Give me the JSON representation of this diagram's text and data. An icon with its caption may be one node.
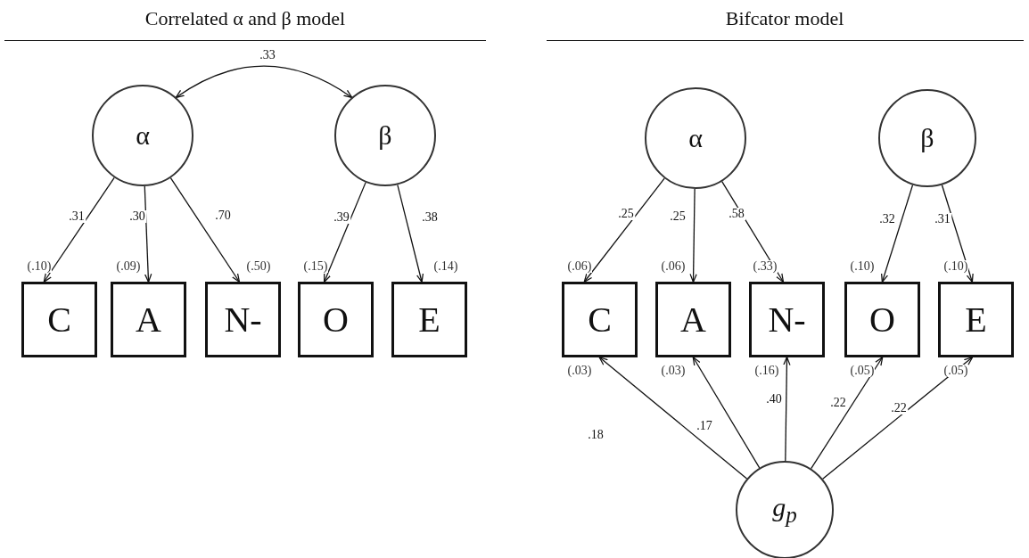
{
  "diagram": {
    "nodes": [
      {
        "text": [
          "α"
        ]
      },
      {
        "text": [
          "β"
        ]
      },
      {
        "text": [
          "C"
        ],
        "beside": [
          "(.10)"
        ]
      },
      {
        "text": [
          "A"
        ],
        "beside": [
          "(.09)"
        ]
      },
      {
        "text": [
          "N-"
        ],
        "beside": [
          "(.50)"
        ]
      },
      {
        "text": [
          "O"
        ],
        "beside": [
          "(.15)"
        ]
      },
      {
        "text": [
          "E"
        ],
        "beside": [
          "(.14)"
        ]
      },
      {
        "text": [
          "α"
        ]
      },
      {
        "text": [
          "β"
        ]
      },
      {
        "text": [
          "C"
        ],
        "beside": [
          "(.06)",
          "(.03)"
        ]
      },
      {
        "text": [
          "A"
        ],
        "beside": [
          "(.06)",
          "(.03)"
        ]
      },
      {
        "text": [
          "N-"
        ],
        "beside": [
          "(.33)",
          "(.16)"
        ]
      },
      {
        "text": [
          "O"
        ],
        "beside": [
          "(.10)",
          "(.05)"
        ]
      },
      {
        "text": [
          "E"
        ],
        "beside": [
          "(.10)",
          "(.05)"
        ]
      },
      {
        "text": [
          "g$_{p}$"
        ]
      }
    ],
    "edges": [
      {
        "from": 0,
        "to": 1,
        "arrow": "both",
        "label": ".33"
      },
      {
        "from": 0,
        "to": 2,
        "arrow": "to",
        "label": ".31"
      },
      {
        "from": 0,
        "to": 3,
        "arrow": "to",
        "label": ".30"
      },
      {
        "from": 0,
        "to": 4,
        "arrow": "to",
        "label": ".70"
      },
      {
        "from": 1,
        "to": 5,
        "arrow": "to",
        "label": ".39"
      },
      {
        "from": 1,
        "to": 6,
        "arrow": "to",
        "label": ".38"
      },
      {
        "from": 7,
        "to": 9,
        "arrow": "to",
        "label": ".25"
      },
      {
        "from": 7,
        "to": 10,
        "arrow": "to",
        "label": ".25"
      },
      {
        "from": 7,
        "to": 11,
        "arrow": "to",
        "label": ".58"
      },
      {
        "from": 8,
        "to": 12,
        "arrow": "to",
        "label": ".32"
      },
      {
        "from": 8,
        "to": 13,
        "arrow": "to",
        "label": ".31"
      },
      {
        "from": 14,
        "to": 9,
        "arrow": "to",
        "label": ".18"
      },
      {
        "from": 14,
        "to": 10,
        "arrow": "to",
        "label": ".17"
      },
      {
        "from": 14,
        "to": 11,
        "arrow": "to",
        "label": ".40"
      },
      {
        "from": 14,
        "to": 12,
        "arrow": "to",
        "label": ".22"
      },
      {
        "from": 14,
        "to": 13,
        "arrow": "to",
        "label": ".22"
      }
    ],
    "labels": [
      "Correlated α and β model",
      "Bifcator model"
    ]
  }
}
